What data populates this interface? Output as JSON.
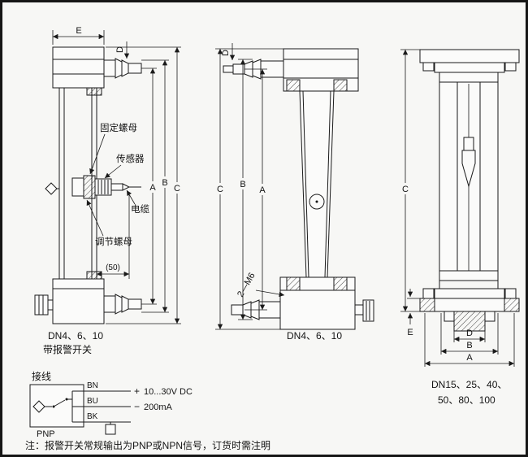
{
  "left_meter": {
    "dims": {
      "E": "E",
      "D": "D",
      "A": "A",
      "B": "B",
      "C": "C",
      "offset": "(50)"
    },
    "callouts": {
      "fixing_nut": "固定螺母",
      "sensor": "传感器",
      "cable": "电缆",
      "adjust_nut": "调节螺母"
    },
    "caption_line1": "DN4、6、10",
    "caption_line2": "带报警开关"
  },
  "middle_meter": {
    "dims": {
      "D": "D",
      "A": "A",
      "B": "B",
      "C": "C"
    },
    "thread_label": "2—M6",
    "caption": "DN4、6、10"
  },
  "right_meter": {
    "dims": {
      "C": "C",
      "E": "E",
      "D": "D",
      "B": "B",
      "A": "A"
    },
    "caption_line1": "DN15、25、40、",
    "caption_line2": "50、80、100"
  },
  "wiring": {
    "title": "接线",
    "wires": {
      "bn": "BN",
      "bu": "BU",
      "bk": "BK"
    },
    "plus": "+",
    "minus": "−",
    "voltage": "10...30V DC",
    "current": "200mA",
    "output_type": "PNP"
  },
  "footnote": "注：报警开关常规输出为PNP或NPN信号，订货时需注明",
  "colors": {
    "line": "#1a1a1a",
    "background": "#f7f7f5"
  }
}
